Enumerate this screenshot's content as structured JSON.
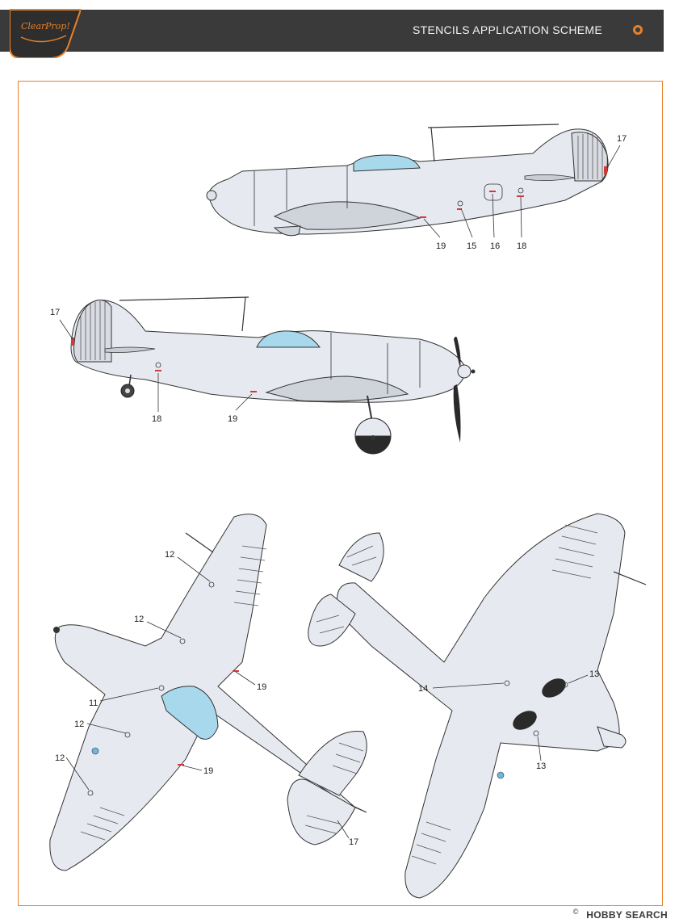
{
  "header": {
    "title": "STENCILS APPLICATION SCHEME",
    "logo_text_left": "Clear",
    "logo_text_right": "Prop!"
  },
  "callouts": {
    "side_left_17": "17",
    "side_left_15": "15",
    "side_left_16": "16",
    "side_left_18": "18",
    "side_left_19": "19",
    "side_right_17": "17",
    "side_right_18": "18",
    "side_right_19": "19",
    "top_12a": "12",
    "top_12b": "12",
    "top_12c": "12",
    "top_12d": "12",
    "top_11": "11",
    "top_19a": "19",
    "top_19b": "19",
    "top_17": "17",
    "bottom_14": "14",
    "bottom_13a": "13",
    "bottom_13b": "13"
  },
  "watermark": {
    "copyright": "©",
    "brand": "HOBBY SEARCH"
  },
  "colors": {
    "accent": "#e8802a",
    "header_bg": "#3a3a3a",
    "airframe": "#e6e9ef",
    "canopy": "#a8d8ec",
    "stencil_red": "#d23a3a"
  }
}
